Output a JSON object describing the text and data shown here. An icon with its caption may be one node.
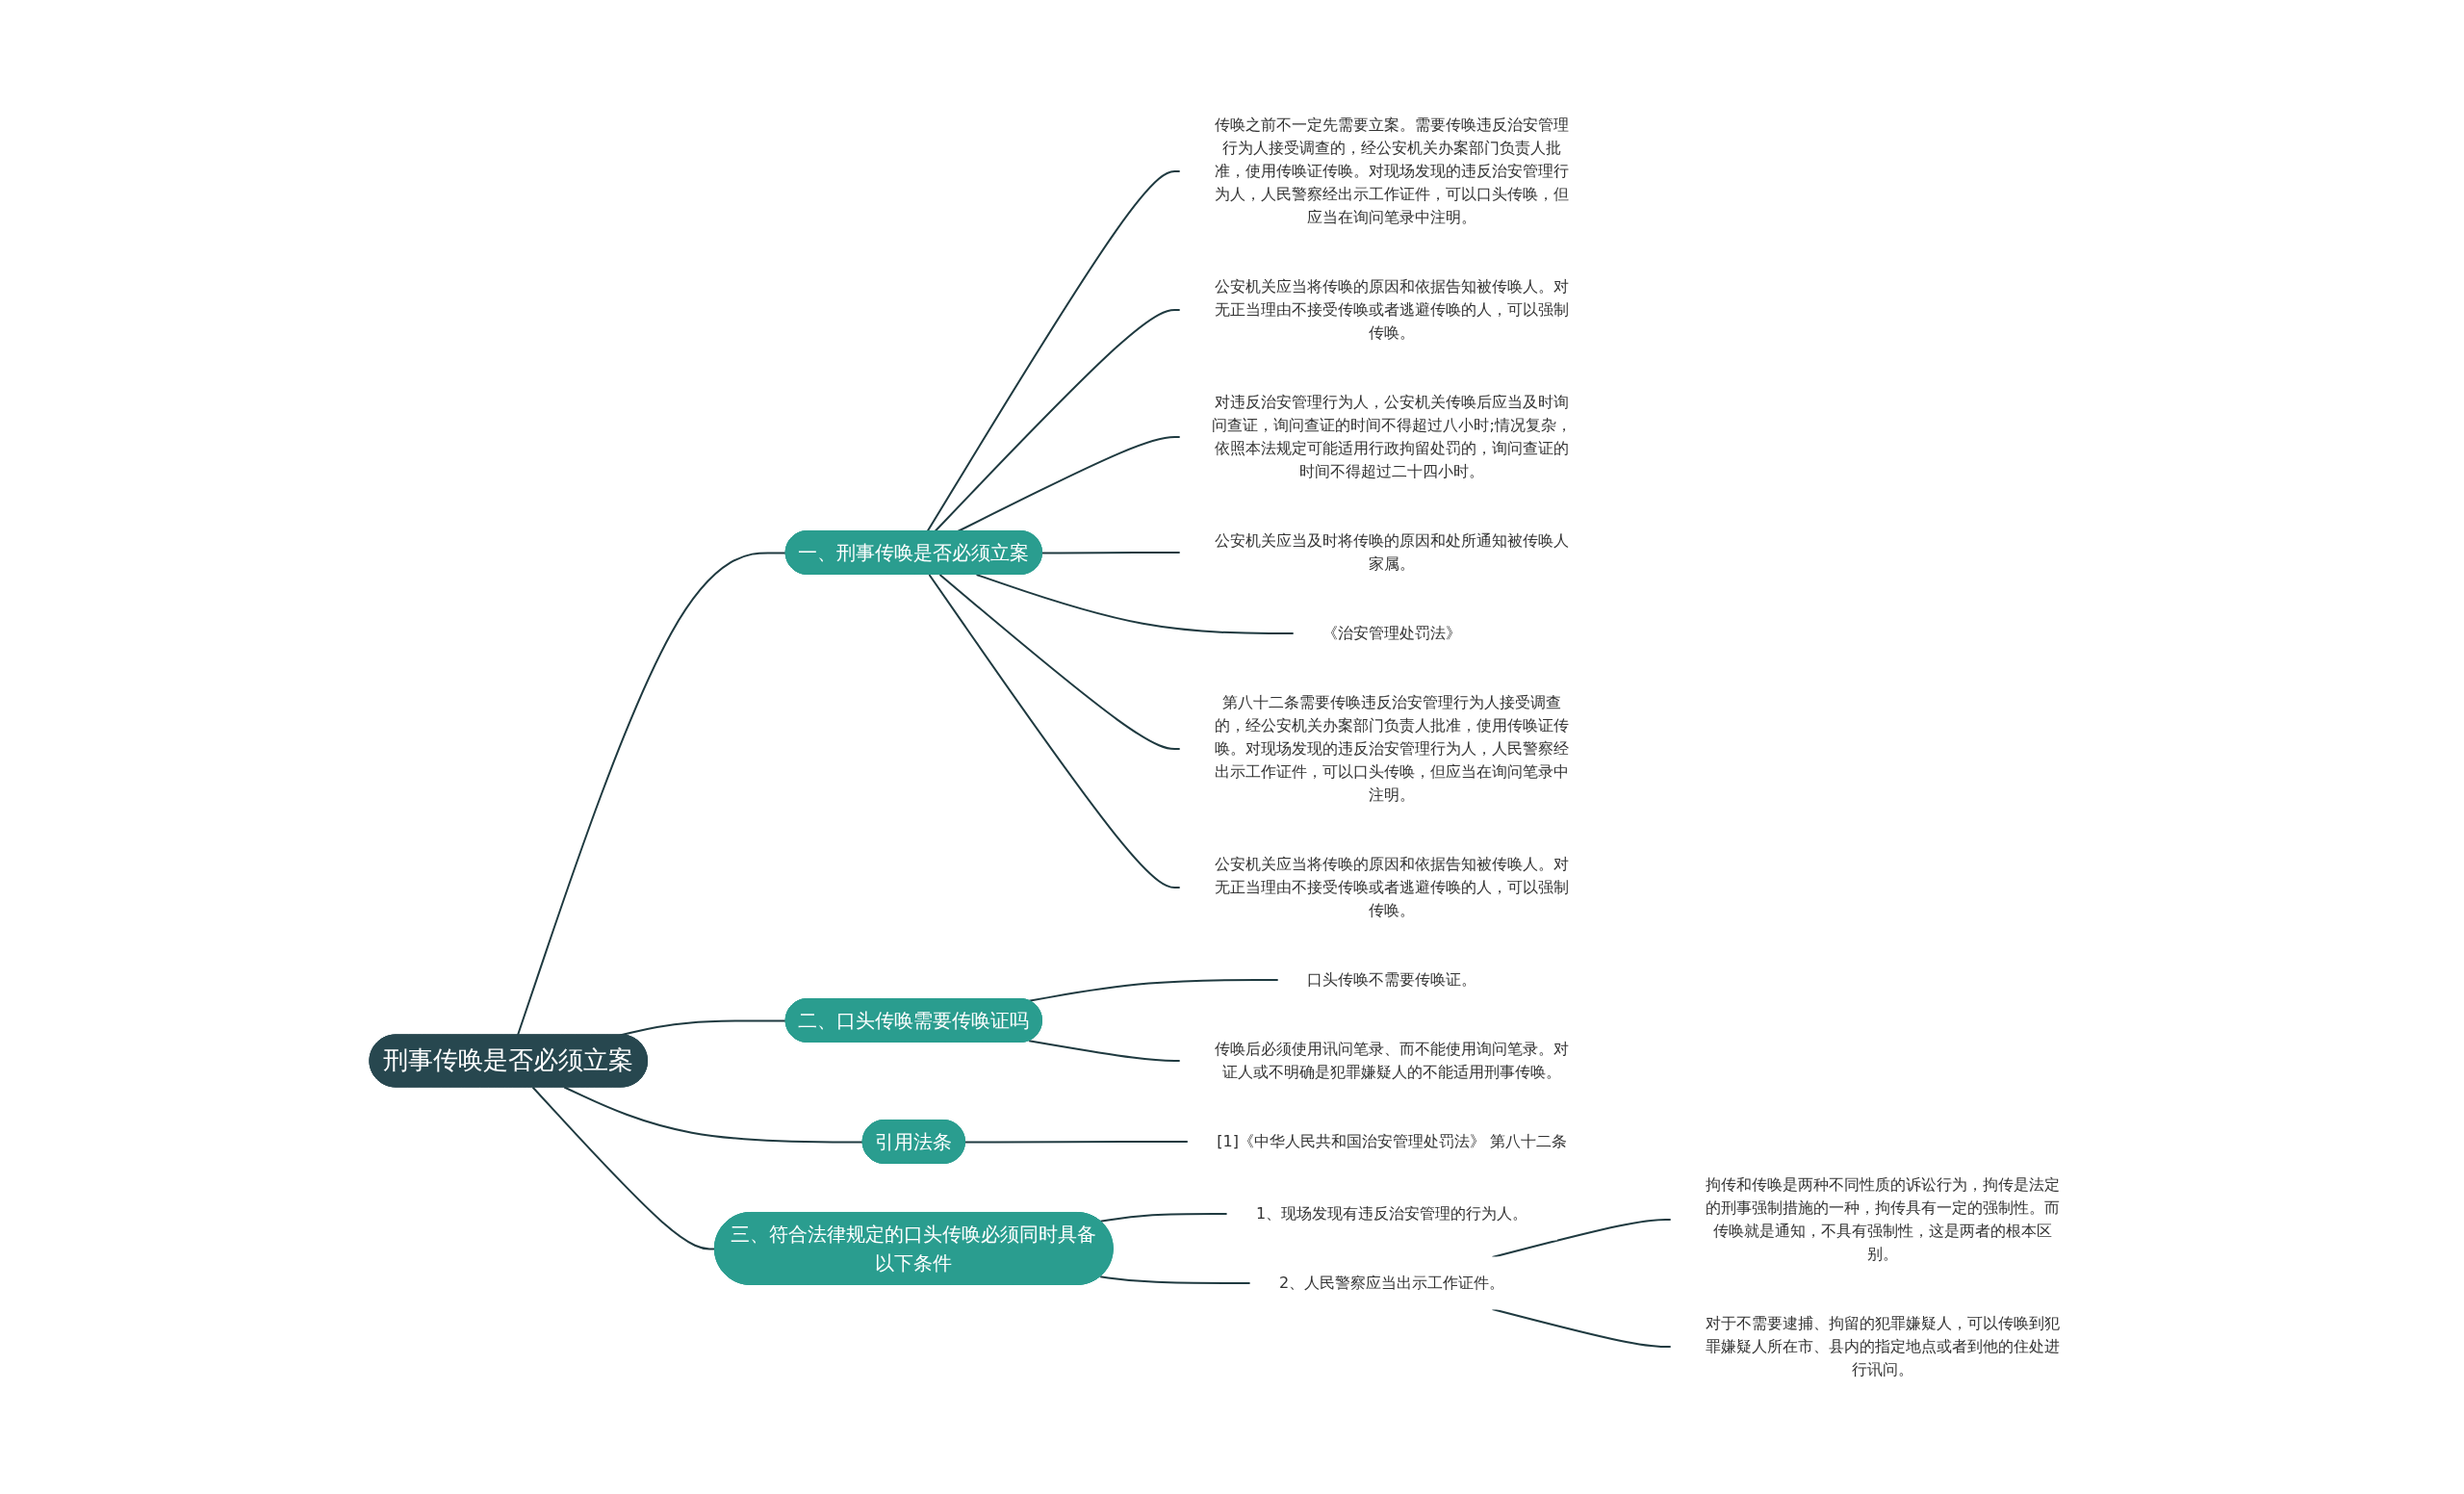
{
  "diagram": {
    "nodes": [
      {
        "text": [
          "刑事传唤是否必须立案"
        ]
      },
      {
        "text": [
          "一、刑事传唤是否必须立案"
        ]
      },
      {
        "text": [
          "传唤之前不一定先需要立案。需要传唤违反治安管理行为人接受调查的，经公安机关办案部门负责人批准，使用传唤证传唤。对现场发现的违反治安管理行为人，人民警察经出示工作证件，可以口头传唤，但应当在询问笔录中注明。"
        ]
      },
      {
        "text": [
          "公安机关应当将传唤的原因和依据告知被传唤人。对无正当理由不接受传唤或者逃避传唤的人，可以强制传唤。"
        ]
      },
      {
        "text": [
          "对违反治安管理行为人，公安机关传唤后应当及时询问查证，询问查证的时间不得超过八小时;情况复杂，依照本法规定可能适用行政拘留处罚的，询问查证的时间不得超过二十四小时。"
        ]
      },
      {
        "text": [
          "公安机关应当及时将传唤的原因和处所通知被传唤人家属。"
        ]
      },
      {
        "text": [
          "《治安管理处罚法》"
        ]
      },
      {
        "text": [
          "第八十二条需要传唤违反治安管理行为人接受调查的，经公安机关办案部门负责人批准，使用传唤证传唤。对现场发现的违反治安管理行为人，人民警察经出示工作证件，可以口头传唤，但应当在询问笔录中注明。"
        ]
      },
      {
        "text": [
          "公安机关应当将传唤的原因和依据告知被传唤人。对无正当理由不接受传唤或者逃避传唤的人，可以强制传唤。"
        ]
      },
      {
        "text": [
          "二、口头传唤需要传唤证吗"
        ]
      },
      {
        "text": [
          "口头传唤不需要传唤证。"
        ]
      },
      {
        "text": [
          "传唤后必须使用讯问笔录、而不能使用询问笔录。对证人或不明确是犯罪嫌疑人的不能适用刑事传唤。"
        ]
      },
      {
        "text": [
          "引用法条"
        ]
      },
      {
        "text": [
          "[1]《中华人民共和国治安管理处罚法》 第八十二条"
        ]
      },
      {
        "text": [
          "三、符合法律规定的口头传唤必须同时具备以下条件"
        ]
      },
      {
        "text": [
          "1、现场发现有违反治安管理的行为人。"
        ]
      },
      {
        "text": [
          "2、人民警察应当出示工作证件。"
        ]
      },
      {
        "text": [
          "拘传和传唤是两种不同性质的诉讼行为，拘传是法定的刑事强制措施的一种，拘传具有一定的强制性。而传唤就是通知，不具有强制性，这是两者的根本区别。"
        ]
      },
      {
        "text": [
          "对于不需要逮捕、拘留的犯罪嫌疑人，可以传唤到犯罪嫌疑人所在市、县内的指定地点或者到他的住处进行讯问。"
        ]
      }
    ],
    "edges": [
      {
        "from": 0,
        "to": 1,
        "arrow": "none"
      },
      {
        "from": 1,
        "to": 2,
        "arrow": "none"
      },
      {
        "from": 1,
        "to": 3,
        "arrow": "none"
      },
      {
        "from": 1,
        "to": 4,
        "arrow": "none"
      },
      {
        "from": 1,
        "to": 5,
        "arrow": "none"
      },
      {
        "from": 1,
        "to": 6,
        "arrow": "none"
      },
      {
        "from": 1,
        "to": 7,
        "arrow": "none"
      },
      {
        "from": 1,
        "to": 8,
        "arrow": "none"
      },
      {
        "from": 0,
        "to": 9,
        "arrow": "none"
      },
      {
        "from": 9,
        "to": 10,
        "arrow": "none"
      },
      {
        "from": 9,
        "to": 11,
        "arrow": "none"
      },
      {
        "from": 0,
        "to": 12,
        "arrow": "none"
      },
      {
        "from": 12,
        "to": 13,
        "arrow": "none"
      },
      {
        "from": 0,
        "to": 14,
        "arrow": "none"
      },
      {
        "from": 14,
        "to": 15,
        "arrow": "none"
      },
      {
        "from": 14,
        "to": 16,
        "arrow": "none"
      },
      {
        "from": 16,
        "to": 17,
        "arrow": "none"
      },
      {
        "from": 16,
        "to": 18,
        "arrow": "none"
      }
    ]
  }
}
